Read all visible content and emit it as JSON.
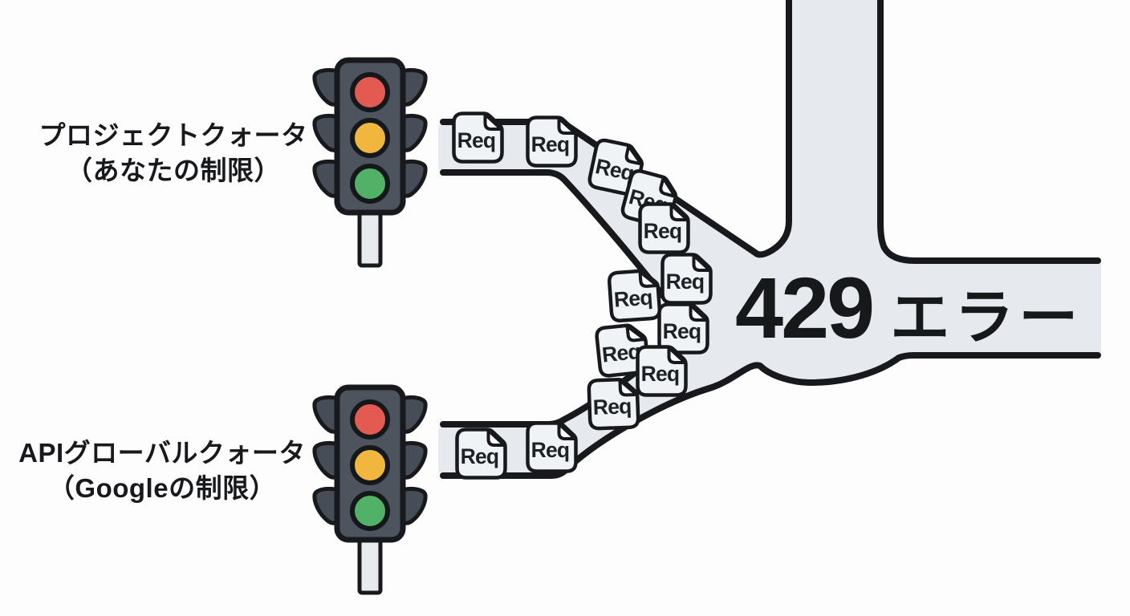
{
  "background": "#fdfdfe",
  "outline_color": "#17191c",
  "road": {
    "fill": "#e6e9ed"
  },
  "doc": {
    "label": "Req",
    "count": 13,
    "fill": "#f0f3f6",
    "fold_fill": "#fcfdfe",
    "text_color": "#1e2226"
  },
  "labels": {
    "project_quota_line1": "プロジェクトクォータ",
    "project_quota_line2": "（あなたの制限）",
    "global_quota_line1": "APIグローバルクォータ",
    "global_quota_line2": "（Googleの制限）"
  },
  "error": {
    "code": "429",
    "label": "エラー"
  },
  "traffic_light": {
    "body_fill": "#4d545e",
    "pole_fill": "#e8ebee",
    "red": "#e25a52",
    "amber": "#f1b63e",
    "green": "#50b167"
  }
}
